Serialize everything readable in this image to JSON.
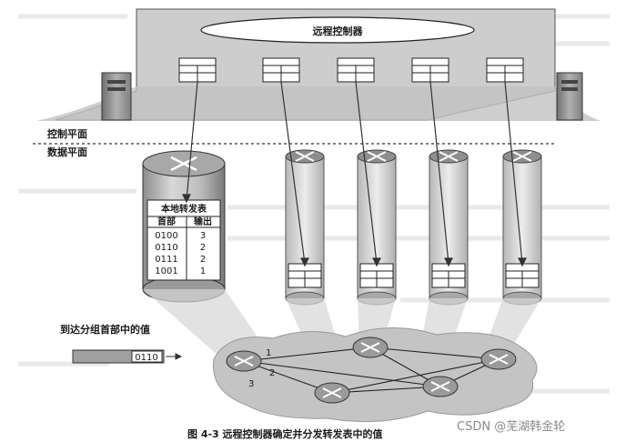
{
  "diagram": {
    "controller_label": "远程控制器",
    "control_plane_label": "控制平面",
    "data_plane_label": "数据平面",
    "table": {
      "title": "本地转发表",
      "headers": [
        "首部",
        "输出"
      ],
      "rows": [
        [
          "0100",
          "3"
        ],
        [
          "0110",
          "2"
        ],
        [
          "0111",
          "2"
        ],
        [
          "1001",
          "1"
        ]
      ]
    },
    "packet_caption": "到达分组首部中的值",
    "packet_value": "0110",
    "port_labels": [
      "1",
      "2",
      "3"
    ],
    "figure_caption": "图 4-3   远程控制器确定并分发转发表中的值",
    "watermark": "CSDN @芜湖韩金轮"
  },
  "colors": {
    "ink": "#1a1a1a",
    "band": "#c8c8c8",
    "cloud": "#c4c4c4",
    "router_top": "#9a9a9a"
  }
}
